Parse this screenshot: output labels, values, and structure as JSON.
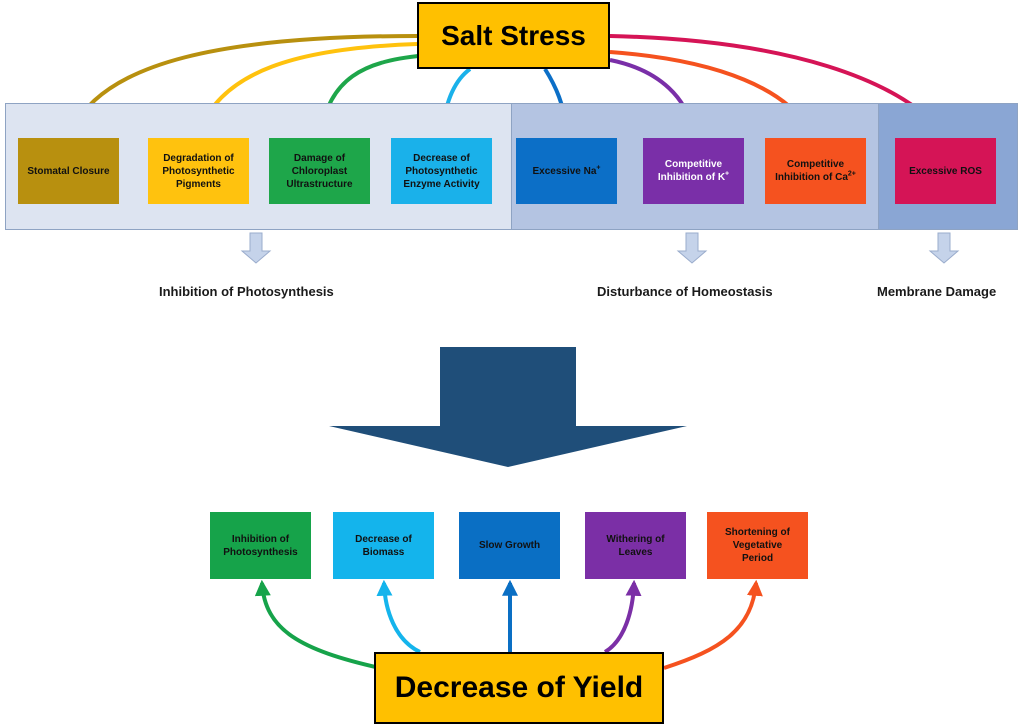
{
  "top": {
    "label": "Salt Stress"
  },
  "causes": [
    {
      "id": "stomatal",
      "lines": [
        "Stomatal Closure"
      ],
      "color": "#b8900f",
      "text_color": "#111111"
    },
    {
      "id": "pigments",
      "lines": [
        "Degradation of",
        "Photosynthetic",
        "Pigments"
      ],
      "color": "#ffc20e",
      "text_color": "#111111"
    },
    {
      "id": "chloroplast",
      "lines": [
        "Damage of",
        "Chloroplast",
        "Ultrastructure"
      ],
      "color": "#1ea64a",
      "text_color": "#111111"
    },
    {
      "id": "enzyme",
      "lines": [
        "Decrease of",
        "Photosynthetic",
        "Enzyme Activity"
      ],
      "color": "#1ab1ea",
      "text_color": "#111111"
    },
    {
      "id": "sodium",
      "lines": [
        "Excessive Na"
      ],
      "sup": "+",
      "color": "#0c6fc7",
      "text_color": "#111111"
    },
    {
      "id": "potassium",
      "lines": [
        "Competitive",
        "Inhibition of K"
      ],
      "sup": "+",
      "color": "#7a2fa8",
      "text_color": "#ffffff"
    },
    {
      "id": "calcium",
      "lines": [
        "Competitive",
        "Inhibition of Ca"
      ],
      "sup": "2+",
      "color": "#f5521f",
      "text_color": "#111111"
    },
    {
      "id": "ros",
      "lines": [
        "Excessive ROS"
      ],
      "color": "#d51456",
      "text_color": "#111111"
    }
  ],
  "groups": [
    {
      "id": "photosynthesis",
      "label": "Inhibition of Photosynthesis"
    },
    {
      "id": "homeostasis",
      "label": "Disturbance of Homeostasis"
    },
    {
      "id": "membrane",
      "label": "Membrane Damage"
    }
  ],
  "effects": [
    {
      "id": "inhibition",
      "lines": [
        "Inhibition of",
        "Photosynthesis"
      ],
      "color": "#16a34a"
    },
    {
      "id": "biomass",
      "lines": [
        "Decrease of",
        "Biomass"
      ],
      "color": "#14b4ec"
    },
    {
      "id": "growth",
      "lines": [
        "Slow Growth"
      ],
      "color": "#0a6fc4"
    },
    {
      "id": "withering",
      "lines": [
        "Withering of",
        "Leaves"
      ],
      "color": "#7b2fa6"
    },
    {
      "id": "vegetative",
      "lines": [
        "Shortening of",
        "Vegetative",
        "Period"
      ],
      "color": "#f5521f"
    }
  ],
  "bottom": {
    "label": "Decrease of Yield"
  },
  "colors": {
    "big_arrow": "#1f4e79",
    "small_arrow_fill": "#c5d3ea",
    "small_arrow_stroke": "#9aaccc"
  }
}
